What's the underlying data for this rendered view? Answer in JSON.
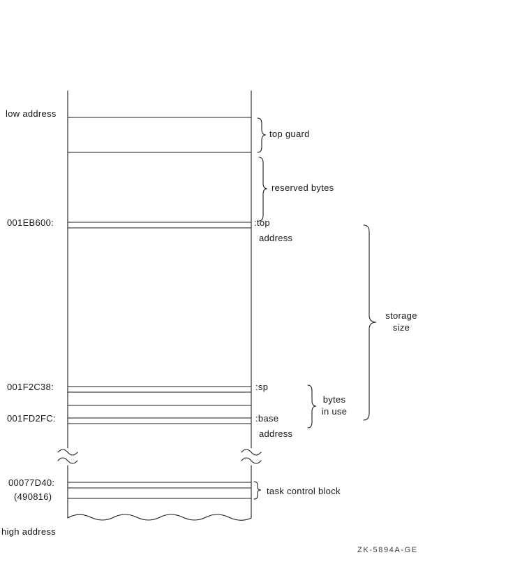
{
  "figure": {
    "edge_labels": {
      "low": "low address",
      "high": "high address"
    },
    "addresses": {
      "top_hex": "001EB600:",
      "sp_hex": "001F2C38:",
      "base_hex": "001FD2FC:",
      "tcb_hex": "00077D40:",
      "tcb_dec": "(490816)"
    },
    "markers": {
      "top_1": ":top",
      "top_2": "address",
      "sp": ":sp",
      "base_1": ":base",
      "base_2": "address"
    },
    "braces": {
      "top_guard": "top guard",
      "reserved_bytes": "reserved bytes",
      "storage_1": "storage",
      "storage_2": "size",
      "bytes_1": "bytes",
      "bytes_2": "in use",
      "tcb": "task control block"
    },
    "figure_id": "ZK-5894A-GE"
  }
}
